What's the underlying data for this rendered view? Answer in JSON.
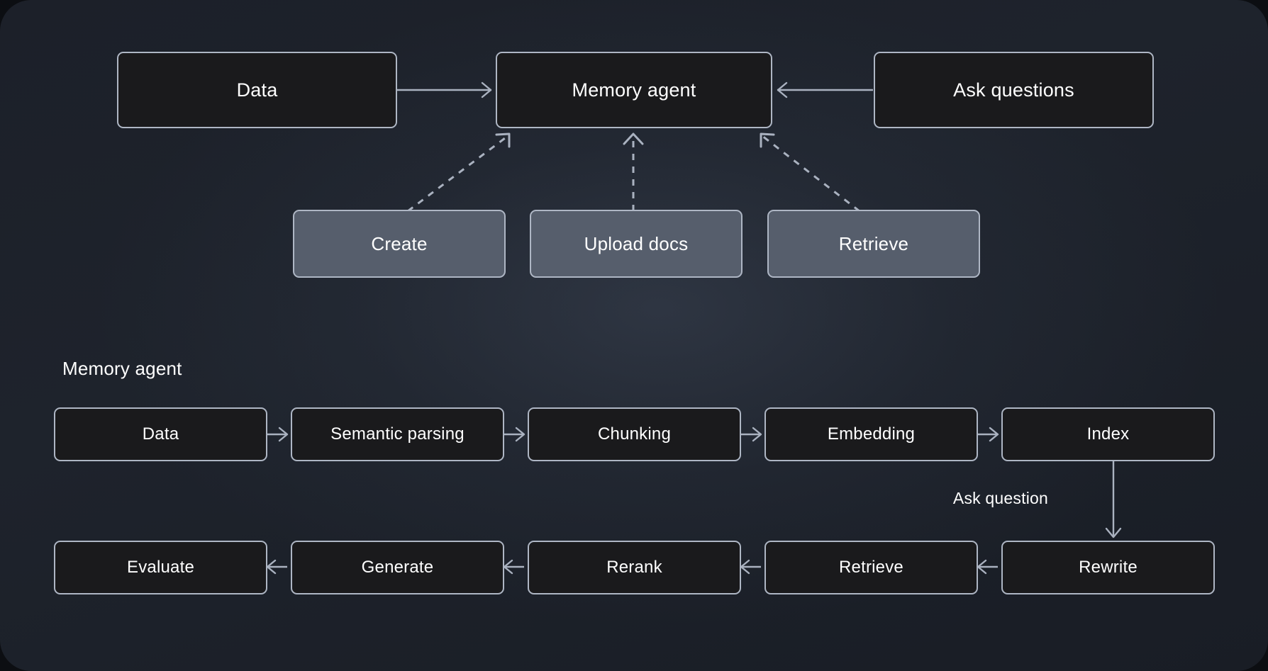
{
  "canvas": {
    "background_color": "#1e232c",
    "outer_background_color": "#0c0e12",
    "accent_border_color": "#aeb6c4",
    "node_dark_fill": "#1a1a1c",
    "node_light_fill": "#565e6c",
    "connector_color": "#aab2c0",
    "text_color": "#ffffff"
  },
  "top_flow": {
    "nodes": {
      "data": "Data",
      "memory_agent": "Memory agent",
      "ask_questions": "Ask questions",
      "create": "Create",
      "upload_docs": "Upload docs",
      "retrieve": "Retrieve"
    }
  },
  "section": {
    "title": "Memory agent"
  },
  "pipeline": {
    "row_one": [
      "Data",
      "Semantic parsing",
      "Chunking",
      "Embedding",
      "Index"
    ],
    "row_two": [
      "Evaluate",
      "Generate",
      "Rerank",
      "Retrieve",
      "Rewrite"
    ],
    "transition_label": "Ask question"
  }
}
